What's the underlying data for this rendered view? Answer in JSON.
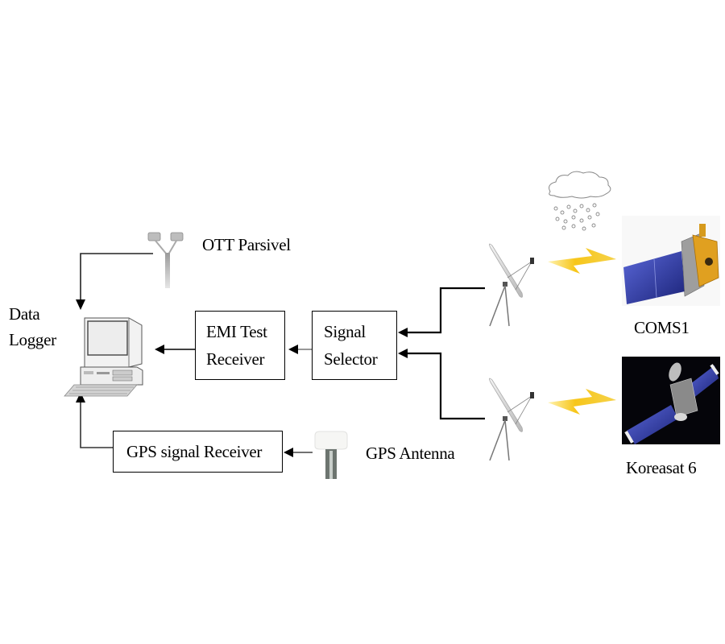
{
  "diagram": {
    "title": "",
    "nodes": {
      "data_logger": {
        "label_lines": [
          "Data",
          "Logger"
        ],
        "icon": "desktop-computer-icon"
      },
      "ott_parsivel": {
        "label": "OTT Parsivel",
        "icon": "disdrometer-icon"
      },
      "emi_test_receiver": {
        "label_lines": [
          "EMI Test",
          "Receiver"
        ]
      },
      "signal_selector": {
        "label_lines": [
          "Signal",
          "Selector"
        ]
      },
      "gps_signal_receiver": {
        "label": "GPS signal Receiver"
      },
      "gps_antenna": {
        "label": "GPS Antenna",
        "icon": "gps-antenna-icon"
      },
      "dish_antenna_1": {
        "icon": "satellite-dish-icon"
      },
      "dish_antenna_2": {
        "icon": "satellite-dish-icon"
      },
      "coms1": {
        "label": "COMS1",
        "icon": "satellite-icon"
      },
      "koreasat6": {
        "label": "Koreasat 6",
        "icon": "satellite-icon"
      },
      "rain_cloud": {
        "icon": "rain-cloud-icon"
      }
    },
    "edges": [
      {
        "from": "ott_parsivel",
        "to": "data_logger"
      },
      {
        "from": "emi_test_receiver",
        "to": "data_logger"
      },
      {
        "from": "signal_selector",
        "to": "emi_test_receiver"
      },
      {
        "from": "dish_antenna_1",
        "to": "signal_selector"
      },
      {
        "from": "dish_antenna_2",
        "to": "signal_selector"
      },
      {
        "from": "gps_antenna",
        "to": "gps_signal_receiver"
      },
      {
        "from": "gps_signal_receiver",
        "to": "data_logger"
      },
      {
        "from": "coms1",
        "to": "dish_antenna_1",
        "style": "lightning"
      },
      {
        "from": "koreasat6",
        "to": "dish_antenna_2",
        "style": "lightning"
      }
    ],
    "colors": {
      "line": "#000000",
      "lightning": "#f5c518",
      "solar_panel": "#2e3a9e",
      "satellite_body_gold": "#e0a020",
      "space_background": "#05050a"
    }
  }
}
